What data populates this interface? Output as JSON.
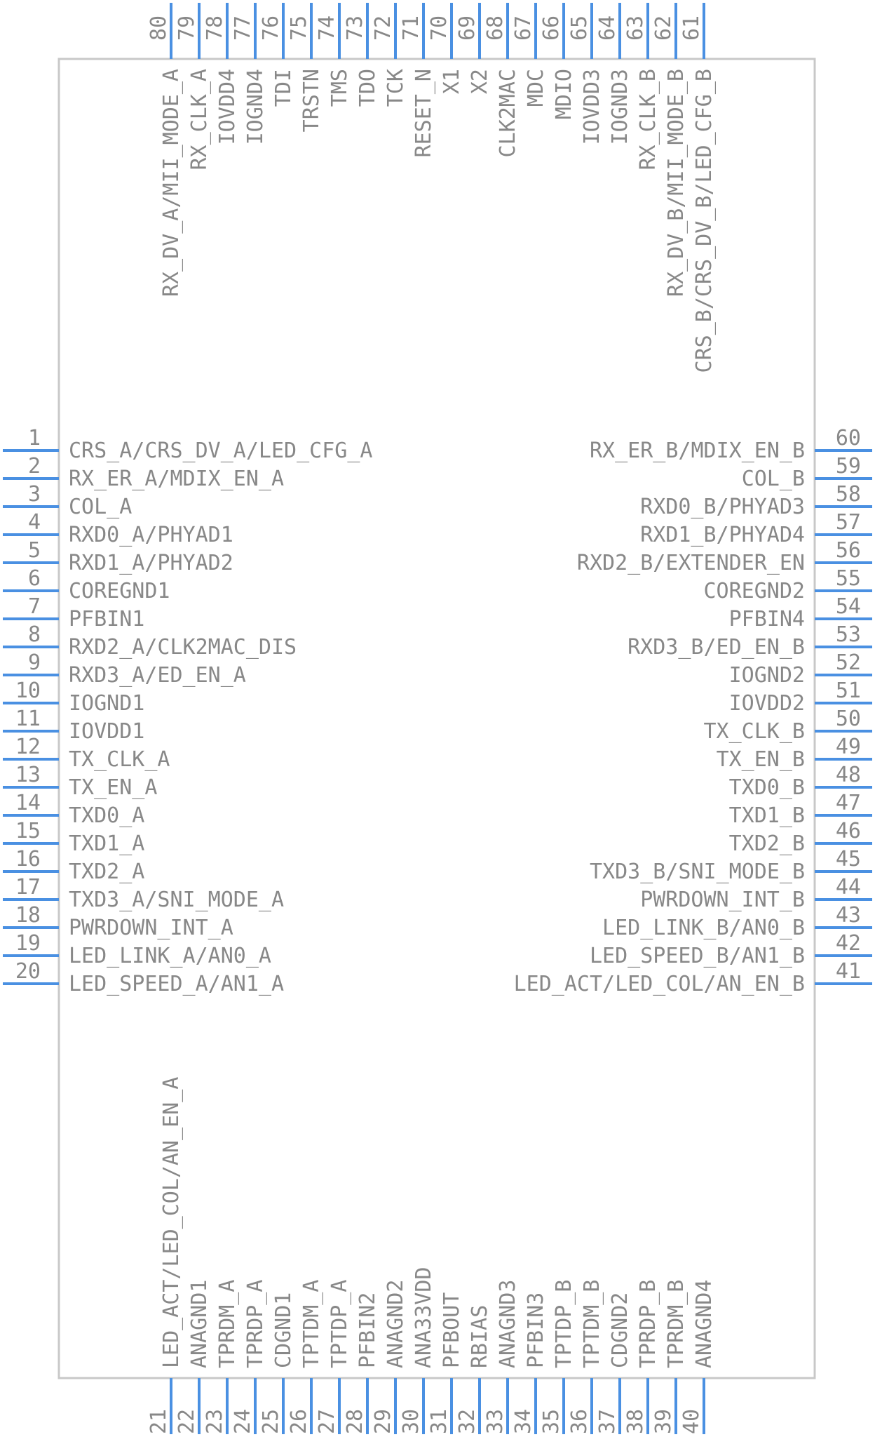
{
  "component": {
    "outline_color": "#c8c8c8",
    "pin_color": "#4a90e2",
    "text_color": "#888888"
  },
  "left_pins": [
    {
      "num": "1",
      "name": "CRS_A/CRS_DV_A/LED_CFG_A"
    },
    {
      "num": "2",
      "name": "RX_ER_A/MDIX_EN_A"
    },
    {
      "num": "3",
      "name": "COL_A"
    },
    {
      "num": "4",
      "name": "RXD0_A/PHYAD1"
    },
    {
      "num": "5",
      "name": "RXD1_A/PHYAD2"
    },
    {
      "num": "6",
      "name": "COREGND1"
    },
    {
      "num": "7",
      "name": "PFBIN1"
    },
    {
      "num": "8",
      "name": "RXD2_A/CLK2MAC_DIS"
    },
    {
      "num": "9",
      "name": "RXD3_A/ED_EN_A"
    },
    {
      "num": "10",
      "name": "IOGND1"
    },
    {
      "num": "11",
      "name": "IOVDD1"
    },
    {
      "num": "12",
      "name": "TX_CLK_A"
    },
    {
      "num": "13",
      "name": "TX_EN_A"
    },
    {
      "num": "14",
      "name": "TXD0_A"
    },
    {
      "num": "15",
      "name": "TXD1_A"
    },
    {
      "num": "16",
      "name": "TXD2_A"
    },
    {
      "num": "17",
      "name": "TXD3_A/SNI_MODE_A"
    },
    {
      "num": "18",
      "name": "PWRDOWN_INT_A"
    },
    {
      "num": "19",
      "name": "LED_LINK_A/AN0_A"
    },
    {
      "num": "20",
      "name": "LED_SPEED_A/AN1_A"
    }
  ],
  "right_pins": [
    {
      "num": "60",
      "name": "RX_ER_B/MDIX_EN_B"
    },
    {
      "num": "59",
      "name": "COL_B"
    },
    {
      "num": "58",
      "name": "RXD0_B/PHYAD3"
    },
    {
      "num": "57",
      "name": "RXD1_B/PHYAD4"
    },
    {
      "num": "56",
      "name": "RXD2_B/EXTENDER_EN"
    },
    {
      "num": "55",
      "name": "COREGND2"
    },
    {
      "num": "54",
      "name": "PFBIN4"
    },
    {
      "num": "53",
      "name": "RXD3_B/ED_EN_B"
    },
    {
      "num": "52",
      "name": "IOGND2"
    },
    {
      "num": "51",
      "name": "IOVDD2"
    },
    {
      "num": "50",
      "name": "TX_CLK_B"
    },
    {
      "num": "49",
      "name": "TX_EN_B"
    },
    {
      "num": "48",
      "name": "TXD0_B"
    },
    {
      "num": "47",
      "name": "TXD1_B"
    },
    {
      "num": "46",
      "name": "TXD2_B"
    },
    {
      "num": "45",
      "name": "TXD3_B/SNI_MODE_B"
    },
    {
      "num": "44",
      "name": "PWRDOWN_INT_B"
    },
    {
      "num": "43",
      "name": "LED_LINK_B/AN0_B"
    },
    {
      "num": "42",
      "name": "LED_SPEED_B/AN1_B"
    },
    {
      "num": "41",
      "name": "LED_ACT/LED_COL/AN_EN_B"
    }
  ],
  "bottom_pins": [
    {
      "num": "21",
      "name": "LED_ACT/LED_COL/AN_EN_A"
    },
    {
      "num": "22",
      "name": "ANAGND1"
    },
    {
      "num": "23",
      "name": "TPRDM_A"
    },
    {
      "num": "24",
      "name": "TPRDP_A"
    },
    {
      "num": "25",
      "name": "CDGND1"
    },
    {
      "num": "26",
      "name": "TPTDM_A"
    },
    {
      "num": "27",
      "name": "TPTDP_A"
    },
    {
      "num": "28",
      "name": "PFBIN2"
    },
    {
      "num": "29",
      "name": "ANAGND2"
    },
    {
      "num": "30",
      "name": "ANA33VDD"
    },
    {
      "num": "31",
      "name": "PFBOUT"
    },
    {
      "num": "32",
      "name": "RBIAS"
    },
    {
      "num": "33",
      "name": "ANAGND3"
    },
    {
      "num": "34",
      "name": "PFBIN3"
    },
    {
      "num": "35",
      "name": "TPTDP_B"
    },
    {
      "num": "36",
      "name": "TPTDM_B"
    },
    {
      "num": "37",
      "name": "CDGND2"
    },
    {
      "num": "38",
      "name": "TPRDP_B"
    },
    {
      "num": "39",
      "name": "TPRDM_B"
    },
    {
      "num": "40",
      "name": "ANAGND4"
    }
  ],
  "top_pins": [
    {
      "num": "80",
      "name": "RX_DV_A/MII_MODE_A"
    },
    {
      "num": "79",
      "name": "RX_CLK_A"
    },
    {
      "num": "78",
      "name": "IOVDD4"
    },
    {
      "num": "77",
      "name": "IOGND4"
    },
    {
      "num": "76",
      "name": "TDI"
    },
    {
      "num": "75",
      "name": "TRSTN"
    },
    {
      "num": "74",
      "name": "TMS"
    },
    {
      "num": "73",
      "name": "TDO"
    },
    {
      "num": "72",
      "name": "TCK"
    },
    {
      "num": "71",
      "name": "RESET_N"
    },
    {
      "num": "70",
      "name": "X1"
    },
    {
      "num": "69",
      "name": "X2"
    },
    {
      "num": "68",
      "name": "CLK2MAC"
    },
    {
      "num": "67",
      "name": "MDC"
    },
    {
      "num": "66",
      "name": "MDIO"
    },
    {
      "num": "65",
      "name": "IOVDD3"
    },
    {
      "num": "64",
      "name": "IOGND3"
    },
    {
      "num": "63",
      "name": "RX_CLK_B"
    },
    {
      "num": "62",
      "name": "RX_DV_B/MII_MODE_B"
    },
    {
      "num": "61",
      "name": "CRS_B/CRS_DV_B/LED_CFG_B"
    }
  ]
}
